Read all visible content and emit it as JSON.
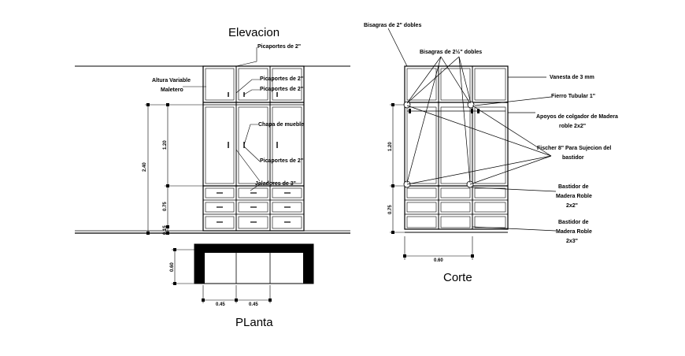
{
  "titles": {
    "elevacion": "Elevacion",
    "planta": "PLanta",
    "corte": "Corte"
  },
  "elevation_labels": {
    "picaportes_top": "Picaportes de 2\"",
    "altura_variable_1": "Altura Variable",
    "altura_variable_2": "Maletero",
    "picaportes_2a": "Picaportes de 2\"",
    "picaportes_2b": "Picaportes de 2\"",
    "chapa": "Chapa de mueble",
    "picaportes_3": "Picaportes de 2\"",
    "jaladores": "Jaladores de 3\""
  },
  "elevation_dims": {
    "total_height": "2.40",
    "upper_door": "1.20",
    "drawers": "0.75",
    "base": "0.15"
  },
  "plan_dims": {
    "depth": "0.60",
    "width_a": "0.45",
    "width_b": "0.45"
  },
  "section_labels": {
    "bisagras_1": "Bisagras de 2\" dobles",
    "bisagras_2": "Bisagras de 2½\" dobles",
    "vanesta": "Vanesta de 3 mm",
    "fierro": "Fierro Tubular 1\"",
    "apoyos_1": "Apoyos de colgador de Madera",
    "apoyos_2": "roble 2x2\"",
    "fischer_1": "Fischer 8\" Para Sujecion del",
    "fischer_2": "bastidor",
    "bastidor1_1": "Bastidor de",
    "bastidor1_2": "Madera Roble",
    "bastidor1_3": "2x2\"",
    "bastidor2_1": "Bastidor de",
    "bastidor2_2": "Madera Roble",
    "bastidor2_3": "2x3\""
  },
  "section_dims": {
    "height": "1.20",
    "lower": "0.75",
    "width": "0.60"
  }
}
